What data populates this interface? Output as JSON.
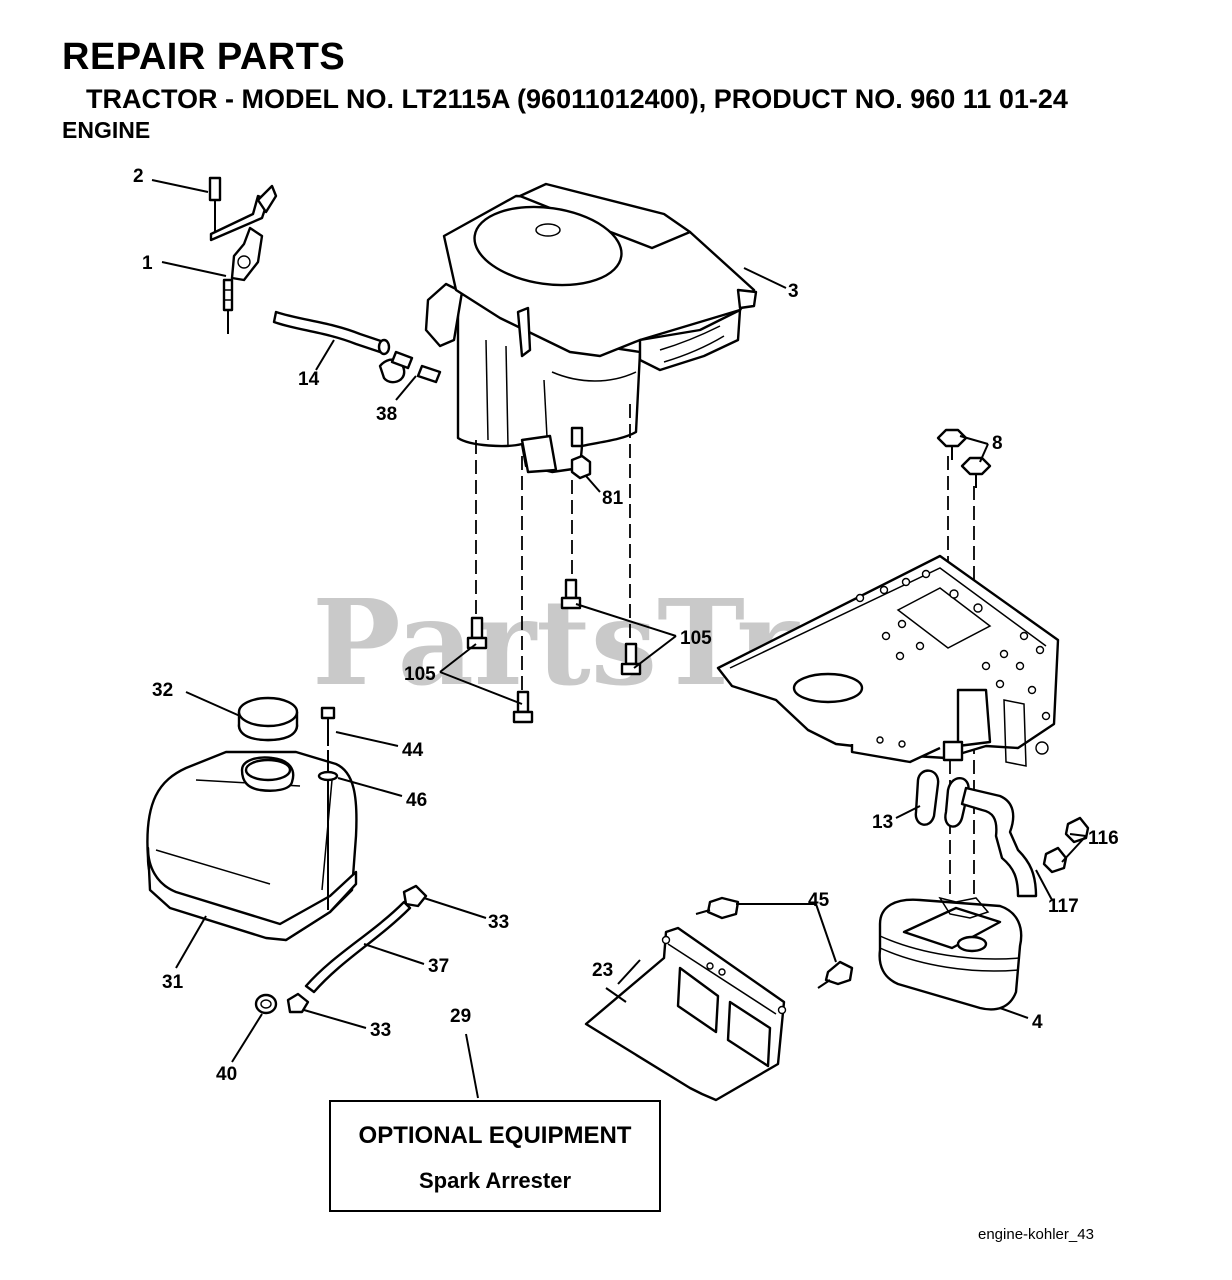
{
  "header": {
    "title": "REPAIR PARTS",
    "subtitle": "TRACTOR - MODEL NO. LT2115A (96011012400), PRODUCT NO. 960 11 01-24",
    "section": "ENGINE"
  },
  "watermark": "PartsTree",
  "callouts": {
    "c1": "1",
    "c2": "2",
    "c3": "3",
    "c4": "4",
    "c8": "8",
    "c13": "13",
    "c14": "14",
    "c23": "23",
    "c29": "29",
    "c31": "31",
    "c32": "32",
    "c33a": "33",
    "c33b": "33",
    "c37": "37",
    "c38": "38",
    "c40": "40",
    "c44": "44",
    "c45": "45",
    "c46": "46",
    "c81": "81",
    "c105a": "105",
    "c105b": "105",
    "c116": "116",
    "c117": "117"
  },
  "optional_box": {
    "heading": "OPTIONAL EQUIPMENT",
    "item": "Spark Arrester"
  },
  "image_code": "engine-kohler_43"
}
